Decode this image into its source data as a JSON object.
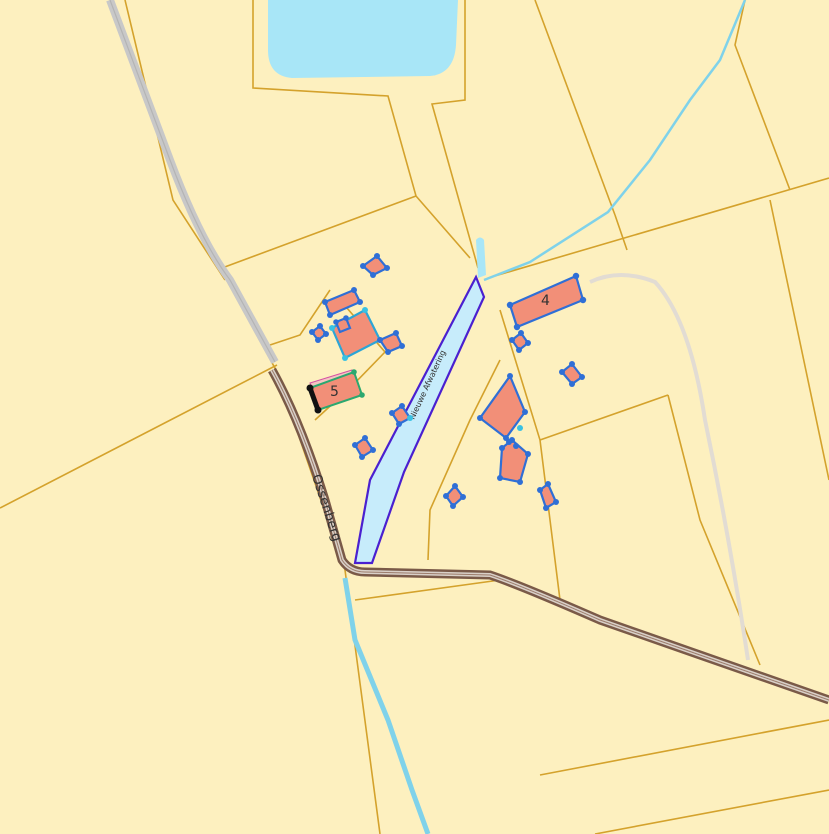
{
  "map": {
    "road_label": "Ossenberg",
    "ditch_label": "Nieuwe Afwatering",
    "building_labels": [
      "4",
      "5"
    ],
    "colors": {
      "land": "#fdf0bf",
      "parcel_line": "#d4a22c",
      "water": "#a8e6f7",
      "stream": "#7fd2ea",
      "road_outer": "#7a5a48",
      "road_inner": "#d9d0c8",
      "building_fill": "#f28f78",
      "building_outline": "#2f6fd6",
      "selection_outline": "#4a20d0",
      "highlight_outline": "#2ba5d6"
    }
  }
}
